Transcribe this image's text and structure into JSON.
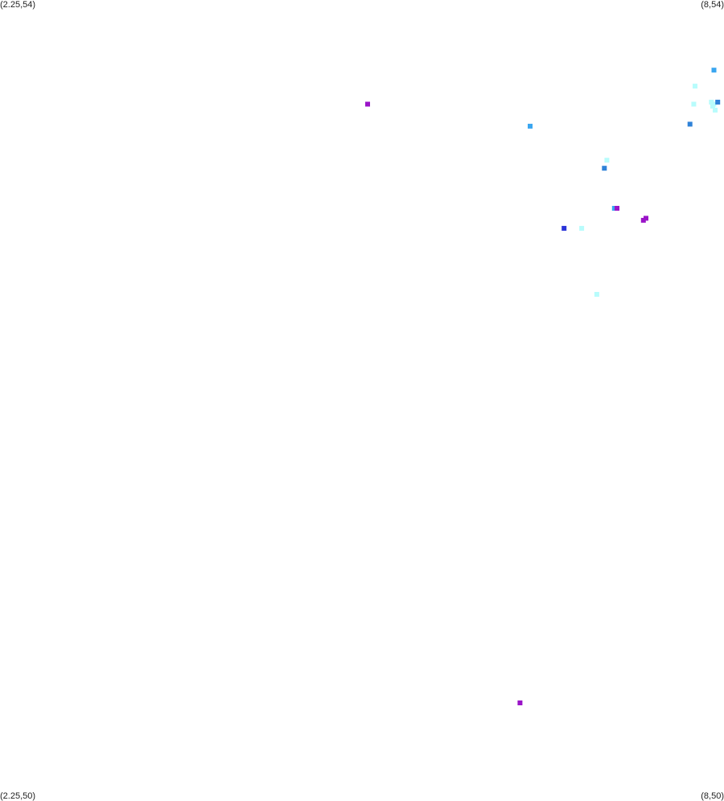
{
  "corners": {
    "top_left": "(2.25,54)",
    "top_right": "(8,54)",
    "bottom_left": "(2.25,50)",
    "bottom_right": "(8,50)"
  },
  "chart_data": {
    "type": "scatter",
    "title": "",
    "xlabel": "",
    "ylabel": "",
    "xlim": [
      2.25,
      8
    ],
    "ylim": [
      50,
      54
    ],
    "grid": false,
    "legend": "none",
    "points": [
      {
        "x": 7.92,
        "y": 53.65,
        "color": "#3aa6f0"
      },
      {
        "x": 7.77,
        "y": 53.57,
        "color": "#b8fcfc"
      },
      {
        "x": 5.17,
        "y": 53.48,
        "color": "#9a14c8"
      },
      {
        "x": 7.76,
        "y": 53.48,
        "color": "#b8fcfc"
      },
      {
        "x": 7.9,
        "y": 53.49,
        "color": "#b8fcfc"
      },
      {
        "x": 7.91,
        "y": 53.47,
        "color": "#b8fcfc"
      },
      {
        "x": 7.92,
        "y": 53.48,
        "color": "#b8fcfc"
      },
      {
        "x": 7.95,
        "y": 53.49,
        "color": "#2f82d8"
      },
      {
        "x": 7.93,
        "y": 53.45,
        "color": "#b8fcfc"
      },
      {
        "x": 6.46,
        "y": 53.37,
        "color": "#3aa6f0"
      },
      {
        "x": 7.73,
        "y": 53.38,
        "color": "#2f82d8"
      },
      {
        "x": 7.07,
        "y": 53.2,
        "color": "#b8fcfc"
      },
      {
        "x": 7.05,
        "y": 53.16,
        "color": "#2f82d8"
      },
      {
        "x": 7.13,
        "y": 52.96,
        "color": "#3aa6f0"
      },
      {
        "x": 7.15,
        "y": 52.96,
        "color": "#9a14c8"
      },
      {
        "x": 7.38,
        "y": 52.91,
        "color": "#9a14c8"
      },
      {
        "x": 7.36,
        "y": 52.9,
        "color": "#9a14c8"
      },
      {
        "x": 6.87,
        "y": 52.86,
        "color": "#b8fcfc"
      },
      {
        "x": 6.73,
        "y": 52.86,
        "color": "#2a34d8"
      },
      {
        "x": 6.99,
        "y": 52.53,
        "color": "#b8fcfc"
      },
      {
        "x": 6.38,
        "y": 50.49,
        "color": "#9a14c8"
      }
    ]
  }
}
